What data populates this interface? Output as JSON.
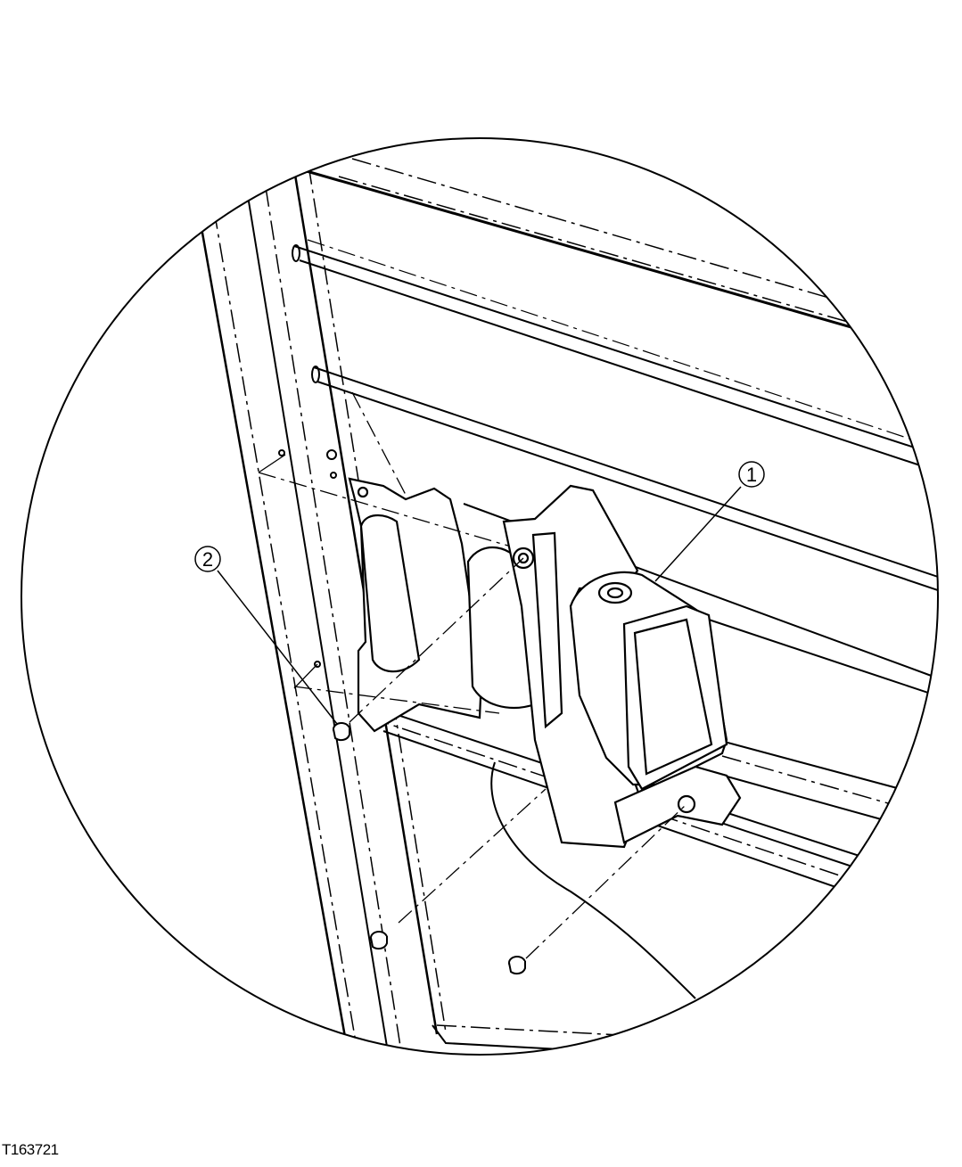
{
  "figure": {
    "id_label": "T163721"
  },
  "callouts": [
    {
      "number": "1",
      "part": "mirror"
    },
    {
      "number": "2",
      "part": "cap-screw"
    }
  ]
}
